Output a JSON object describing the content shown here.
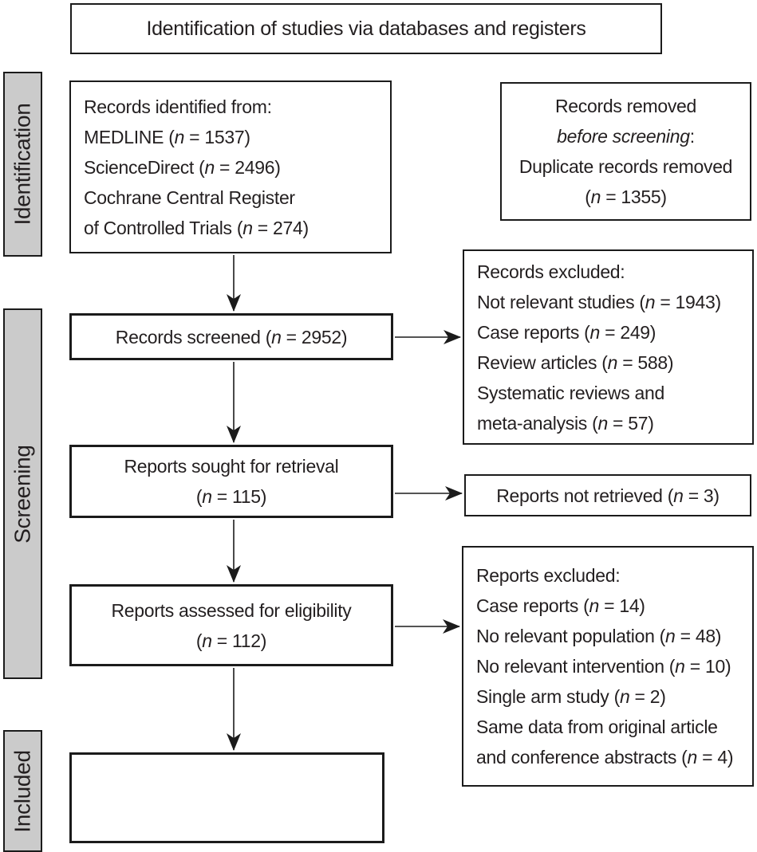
{
  "title": "Identification of studies via databases and registers",
  "sidebar": {
    "identification": "Identification",
    "screening": "Screening",
    "included": "Included"
  },
  "boxes": {
    "records_identified": {
      "lines": [
        "Records identified from:",
        "MEDLINE (*n* = 1537)",
        "ScienceDirect (*n* = 2496)",
        "Cochrane Central Register",
        "of Controlled Trials (*n* = 274)"
      ]
    },
    "records_removed": {
      "lines": [
        "Records removed",
        "*before screening*:",
        "Duplicate records removed",
        "(*n* = 1355)"
      ]
    },
    "records_screened": {
      "lines": [
        "Records screened (*n* = 2952)"
      ]
    },
    "records_excluded": {
      "lines": [
        "Records excluded:",
        "Not relevant studies (*n* = 1943)",
        "Case reports (*n* = 249)",
        "Review articles (*n* = 588)",
        "Systematic reviews and",
        "meta-analysis (*n* = 57)"
      ]
    },
    "reports_sought": {
      "lines": [
        "Reports sought for retrieval",
        "(*n* = 115)"
      ]
    },
    "reports_not_retrieved": {
      "lines": [
        "Reports not retrieved (*n* = 3)"
      ]
    },
    "reports_assessed": {
      "lines": [
        "Reports assessed for eligibility",
        "(*n* = 112)"
      ]
    },
    "reports_excluded": {
      "lines": [
        "Reports excluded:",
        "Case reports (*n* = 14)",
        "No relevant population (*n* = 48)",
        "No relevant intervention (*n* = 10)",
        "Single arm study (*n* = 2)",
        "Same data from original article",
        "and conference abstracts (*n* = 4)"
      ]
    }
  },
  "colors": {
    "box_border": "#1b1b1b",
    "sidebar_fill": "#cbcbcb",
    "text": "#231f20",
    "arrow": "#1b1b1b",
    "background": "#ffffff"
  }
}
